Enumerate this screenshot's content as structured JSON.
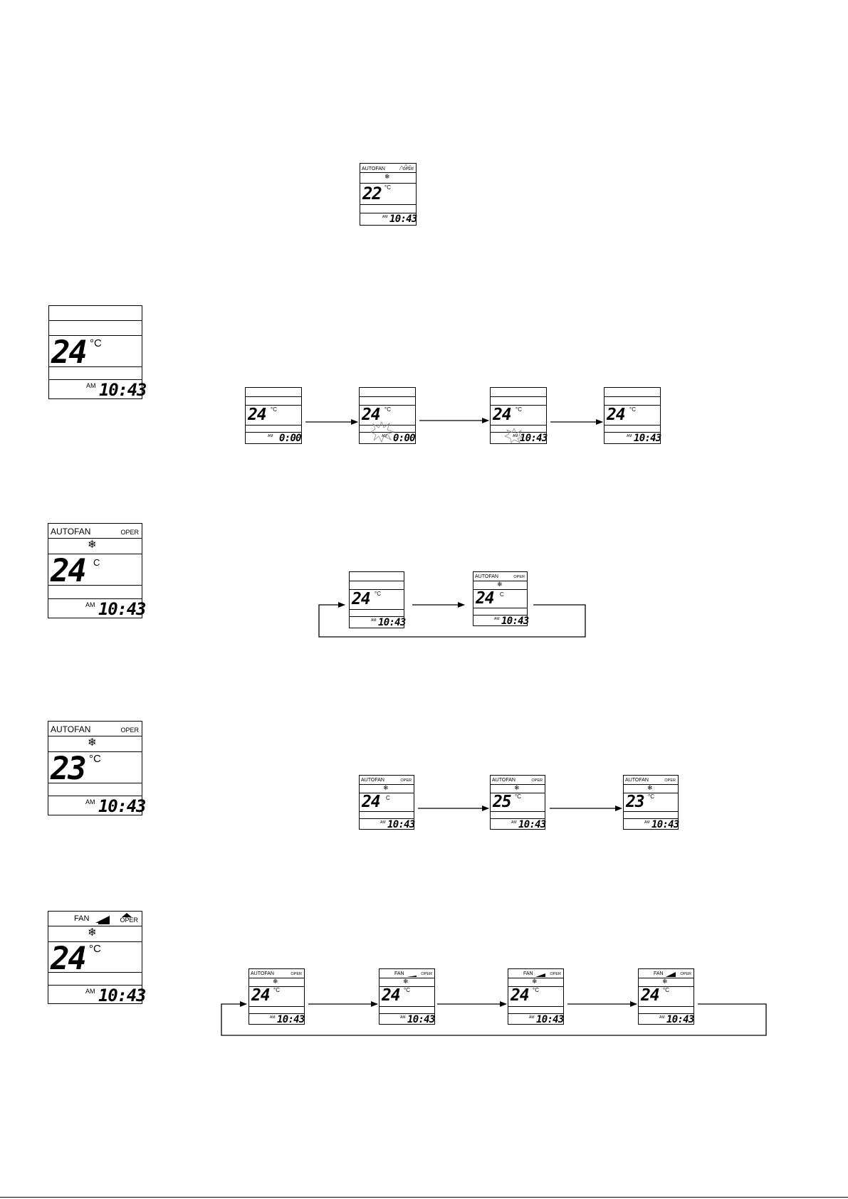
{
  "labels": {
    "autofan": "AUTOFAN",
    "fan": "FAN",
    "oper": "OPER",
    "am": "AM",
    "deg_c": "°C",
    "c": "C"
  },
  "values": {
    "t22": "22",
    "t23": "23",
    "t24": "24",
    "t25": "25",
    "time_1043": "10:43",
    "time_000": "0:00"
  },
  "icons": {
    "snowflake": "❄",
    "flash": "flash-burst-icon",
    "fan_level": "fan-speed-bars-icon"
  }
}
